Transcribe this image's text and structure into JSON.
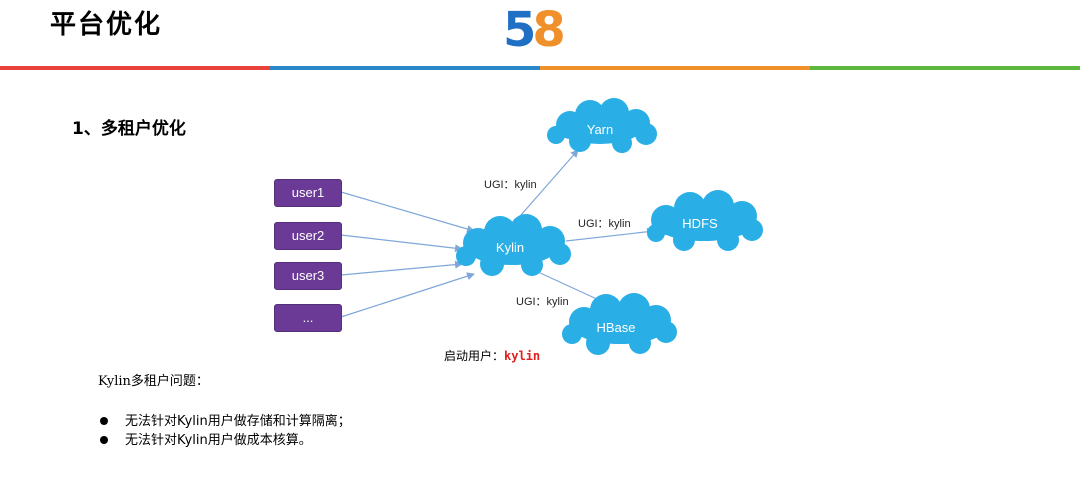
{
  "header": {
    "title": "平台优化",
    "logo_digit_1": "5",
    "logo_digit_2": "8",
    "logo_colors": {
      "five": "#1f6fc5",
      "eight": "#f0902a"
    },
    "divider_colors": [
      "#e8403a",
      "#2a87c8",
      "#f0902a",
      "#5cb83c"
    ]
  },
  "section": {
    "heading": "1、多租户优化"
  },
  "diagram": {
    "users": [
      "user1",
      "user2",
      "user3",
      "..."
    ],
    "center": "Kylin",
    "targets": [
      "Yarn",
      "HDFS",
      "HBase"
    ],
    "ugi_labels": [
      "UGI：kylin",
      "UGI：kylin",
      "UGI：kylin"
    ],
    "start_user_label": "启动用户：",
    "start_user_value": "kylin",
    "colors": {
      "cloud": "#29aee6",
      "user_box": "#6a3a96",
      "arrow": "#7fa7d9",
      "highlight": "#e02020"
    }
  },
  "issues": {
    "title": "Kylin多租户问题：",
    "items": [
      "无法针对Kylin用户做存储和计算隔离；",
      "无法针对Kylin用户做成本核算。"
    ]
  }
}
